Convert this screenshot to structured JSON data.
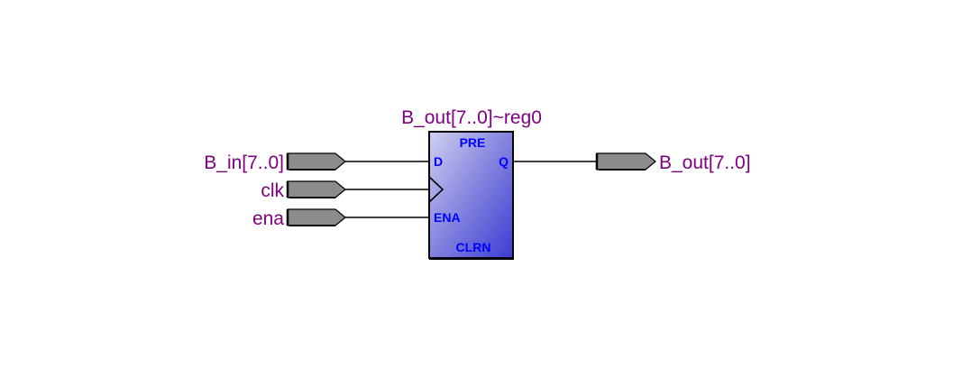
{
  "diagram": {
    "register": {
      "name": "B_out[7..0]~reg0",
      "pins": {
        "pre": "PRE",
        "d": "D",
        "q": "Q",
        "ena": "ENA",
        "clrn": "CLRN"
      }
    },
    "inputs": [
      {
        "label": "B_in[7..0]"
      },
      {
        "label": "clk"
      },
      {
        "label": "ena"
      }
    ],
    "outputs": [
      {
        "label": "B_out[7..0]"
      }
    ],
    "colors": {
      "label_text": "#800080",
      "pin_text": "#0000ff",
      "port_fill": "#8c8c8c",
      "register_gradient_light": "#c8c8f0",
      "register_gradient_dark": "#4848d8",
      "wire": "#000000"
    }
  }
}
